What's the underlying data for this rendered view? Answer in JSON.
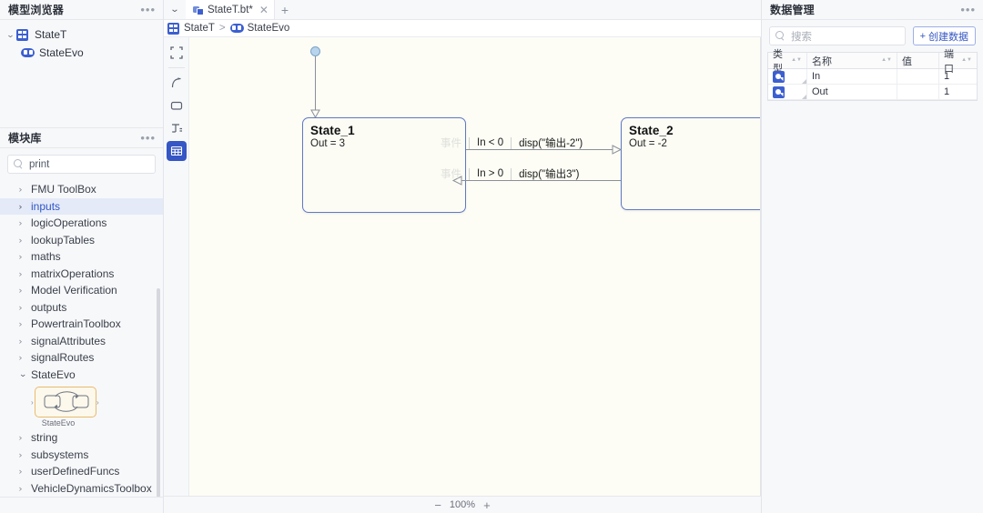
{
  "model_browser": {
    "title": "模型浏览器",
    "more_icon": "•••",
    "items": [
      {
        "label": "StateT",
        "icon": "model-icon",
        "chevron": "⌄",
        "level": 0
      },
      {
        "label": "StateEvo",
        "icon": "chart-icon",
        "chevron": "",
        "level": 1
      }
    ]
  },
  "module_library": {
    "title": "模块库",
    "more_icon": "•••",
    "search": {
      "value": "print",
      "placeholder": "搜索",
      "icon": "search-icon"
    },
    "items": [
      {
        "label": "FMU ToolBox",
        "chevron": "›",
        "state": "closed"
      },
      {
        "label": "inputs",
        "chevron": "›",
        "state": "selected"
      },
      {
        "label": "logicOperations",
        "chevron": "›",
        "state": "closed"
      },
      {
        "label": "lookupTables",
        "chevron": "›",
        "state": "closed"
      },
      {
        "label": "maths",
        "chevron": "›",
        "state": "closed"
      },
      {
        "label": "matrixOperations",
        "chevron": "›",
        "state": "closed"
      },
      {
        "label": "Model Verification",
        "chevron": "›",
        "state": "closed"
      },
      {
        "label": "outputs",
        "chevron": "›",
        "state": "closed"
      },
      {
        "label": "PowertrainToolbox",
        "chevron": "›",
        "state": "closed"
      },
      {
        "label": "signalAttributes",
        "chevron": "›",
        "state": "closed"
      },
      {
        "label": "signalRoutes",
        "chevron": "›",
        "state": "closed"
      },
      {
        "label": "StateEvo",
        "chevron": "⌄",
        "state": "open"
      }
    ],
    "block_card": {
      "caption": "StateEvo",
      "name": "stateevo-block"
    },
    "items_after": [
      {
        "label": "string",
        "chevron": "›",
        "state": "closed"
      },
      {
        "label": "subsystems",
        "chevron": "›",
        "state": "closed"
      },
      {
        "label": "userDefinedFuncs",
        "chevron": "›",
        "state": "closed"
      },
      {
        "label": "VehicleDynamicsToolbox",
        "chevron": "›",
        "state": "closed"
      }
    ]
  },
  "editor": {
    "tabstrip": {
      "caret": "⌄",
      "tab_label": "StateT.bt*",
      "close": "✕",
      "add": "+"
    },
    "breadcrumb": [
      {
        "label": "StateT",
        "icon": "model-icon"
      },
      {
        "label": "StateEvo",
        "icon": "chart-icon"
      }
    ],
    "breadcrumb_separator": ">",
    "tools": [
      {
        "name": "fit-to-screen-icon",
        "selected": false
      },
      {
        "name": "transition-icon",
        "selected": false
      },
      {
        "name": "state-box-icon",
        "selected": false
      },
      {
        "name": "text-annotation-icon",
        "selected": false
      },
      {
        "name": "truth-table-icon",
        "selected": true
      }
    ],
    "zoom": {
      "minus": "−",
      "level": "100%",
      "plus": "+"
    }
  },
  "diagram": {
    "states": [
      {
        "name": "State_1",
        "body": "Out = 3"
      },
      {
        "name": "State_2",
        "body": "Out = -2"
      }
    ],
    "transitions": [
      {
        "event": "事件",
        "condition": "In < 0",
        "action": "disp(\"输出-2\")",
        "direction": "right"
      },
      {
        "event": "事件",
        "condition": "In > 0",
        "action": "disp(\"输出3\")",
        "direction": "left"
      }
    ],
    "entry_marker": "start-dot"
  },
  "data_manager": {
    "title": "数据管理",
    "more_icon": "•••",
    "search": {
      "value": "",
      "placeholder": "搜索",
      "icon": "search-icon"
    },
    "create_button": {
      "label": "创建数据",
      "plus": "+"
    },
    "columns": [
      "类型",
      "名称",
      "值",
      "端口"
    ],
    "rows": [
      {
        "type_icon": "input-port-icon",
        "name": "In",
        "value": "",
        "port": "1"
      },
      {
        "type_icon": "output-port-icon",
        "name": "Out",
        "value": "",
        "port": "1"
      }
    ]
  },
  "colors": {
    "accent": "#3556c4",
    "state_border": "#5f79c4",
    "canvas_bg": "#fdfdf6",
    "library_highlight": "#e4eaf7",
    "block_border": "#e8bb6d"
  }
}
